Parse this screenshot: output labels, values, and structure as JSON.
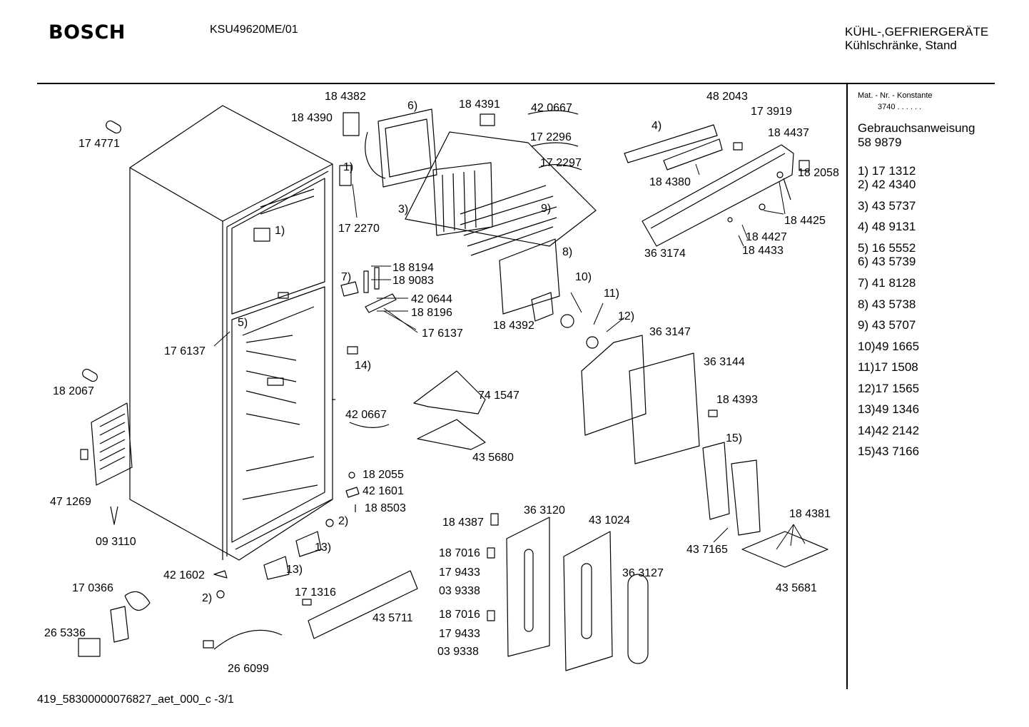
{
  "header": {
    "brand": "BOSCH",
    "model": "KSU49620ME/01",
    "category_line1": "KÜHL-,GEFRIERGERÄTE",
    "category_line2": "Kühlschränke, Stand"
  },
  "footer": {
    "doc_code": "419_58300000076827_aet_000_c -3/1"
  },
  "sidebar": {
    "mat_header": "Mat. - Nr. - Konstante",
    "mat_value": "3740 .  .    .  .  .  .",
    "manual_label": "Gebrauchsanweisung",
    "manual_number": "58 9879",
    "items": [
      "1)  17 1312",
      "2)  42 4340",
      "3)  43 5737",
      "4)  48 9131",
      "5)  16 5552",
      "6)  43 5739",
      "7)  41 8128",
      "8)  43 5738",
      "9)  43 5707",
      "10)49 1665",
      "11)17 1508",
      "12)17 1565",
      "13)49 1346",
      "14)42 2142",
      "15)43 7166"
    ]
  },
  "labels": {
    "l174771": "17 4771",
    "l184382": "18 4382",
    "l184390": "18 4390",
    "r6": "6)",
    "l184391": "18 4391",
    "l420667a": "42 0667",
    "l172296": "17 2296",
    "l172297": "17 2297",
    "r1a": "1)",
    "l172270": "17 2270",
    "r3": "3)",
    "r9": "9)",
    "r1b": "1)",
    "l482043": "48 2043",
    "l173919": "17 3919",
    "r4": "4)",
    "l184437": "18 4437",
    "l184380": "18 4380",
    "l182058": "18 2058",
    "l184425": "18 4425",
    "l363174": "36 3174",
    "l184427": "18 4427",
    "l184433": "18 4433",
    "l188194": "18 8194",
    "l189083": "18 9083",
    "r7": "7)",
    "l420644": "42 0644",
    "l188196": "18 8196",
    "l176137b": "17 6137",
    "r8": "8)",
    "r10": "10)",
    "r11": "11)",
    "r12": "12)",
    "l184392": "18 4392",
    "l363147": "36 3147",
    "r5": "5)",
    "l176137a": "17 6137",
    "l182067": "18 2067",
    "r14": "14)",
    "l741547": "74 1547",
    "l363144": "36 3144",
    "l184393": "18 4393",
    "l420667b": "42 0667",
    "l435680": "43 5680",
    "r15": "15)",
    "l182055": "18 2055",
    "l421601": "42 1601",
    "l188503": "18 8503",
    "l471269": "47 1269",
    "l093110": "09 3110",
    "r2a": "2)",
    "r13a": "13)",
    "r13b": "13)",
    "l184387": "18 4387",
    "l363120": "36 3120",
    "l431024": "43 1024",
    "l184381": "18 4381",
    "l437165": "43 7165",
    "l435681": "43 5681",
    "l187016a": "18 7016",
    "l179433a": "17 9433",
    "l039338a": "03 9338",
    "l363127": "36 3127",
    "l421602": "42 1602",
    "l170366": "17 0366",
    "r2b": "2)",
    "l171316": "17 1316",
    "l435711": "43 5711",
    "l187016b": "18 7016",
    "l179433b": "17 9433",
    "l039338b": "03 9338",
    "l265336": "26 5336",
    "l266099": "26 6099"
  }
}
